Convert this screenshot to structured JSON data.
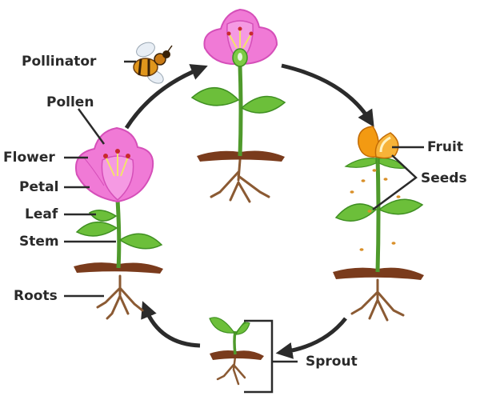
{
  "labels": {
    "pollinator": "Pollinator",
    "pollen": "Pollen",
    "flower": "Flower",
    "petal": "Petal",
    "leaf": "Leaf",
    "stem": "Stem",
    "roots": "Roots",
    "fruit": "Fruit",
    "seeds": "Seeds",
    "sprout": "Sprout"
  },
  "colors": {
    "petal": "#f07ad6",
    "petal_dark": "#d54fb9",
    "leaf": "#6cbf3a",
    "leaf_dark": "#3f8f22",
    "stem": "#4f9a2c",
    "soil": "#7a3b1c",
    "root": "#8b5a33",
    "fruit": "#f39a12",
    "arrow": "#2b2b2b",
    "text": "#2a2a2a"
  },
  "icons": {
    "pollinator": "bee-icon",
    "cycle_arrow": "curved-arrow-icon"
  }
}
